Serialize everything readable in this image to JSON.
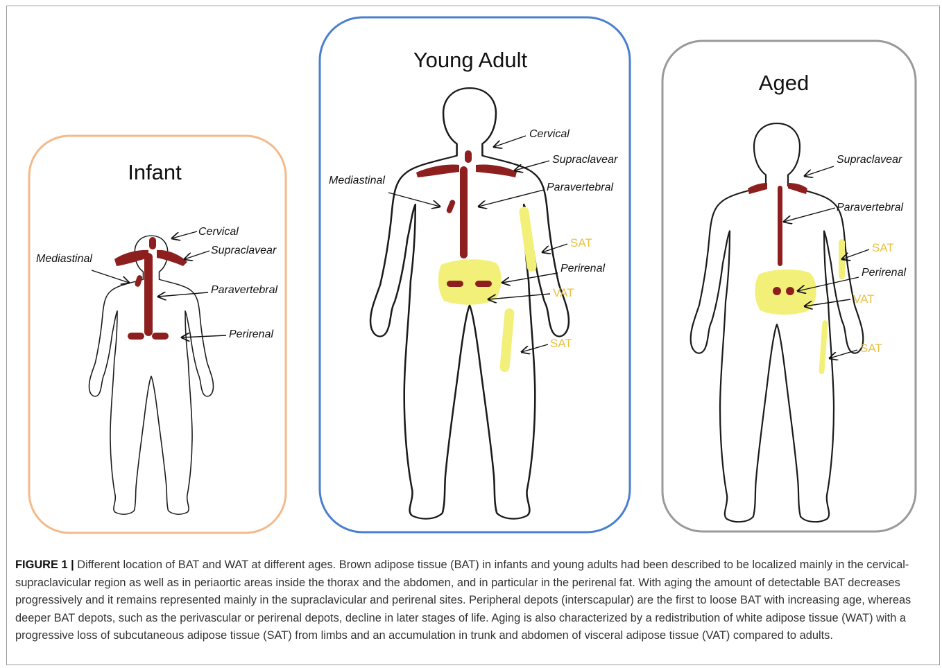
{
  "panels": [
    {
      "id": "infant",
      "title": "Infant",
      "border_color": "#f5b98a",
      "labels": {
        "cervical": "Cervical",
        "supraclavear": "Supraclavear",
        "mediastinal": "Mediastinal",
        "paravertebral": "Paravertebral",
        "perirenal": "Perirenal"
      }
    },
    {
      "id": "young-adult",
      "title": "Young Adult",
      "border_color": "#4a7fcf",
      "labels": {
        "cervical": "Cervical",
        "supraclavear": "Supraclavear",
        "mediastinal": "Mediastinal",
        "paravertebral": "Paravertebral",
        "perirenal": "Perirenal",
        "sat_arm": "SAT",
        "vat": "VAT",
        "sat_leg": "SAT"
      }
    },
    {
      "id": "aged",
      "title": "Aged",
      "border_color": "#9a9a9a",
      "labels": {
        "supraclavear": "Supraclavear",
        "paravertebral": "Paravertebral",
        "perirenal": "Perirenal",
        "sat_arm": "SAT",
        "vat": "VAT",
        "sat_leg": "SAT"
      }
    }
  ],
  "colors": {
    "bat": "#8e1f1f",
    "wat": "#f3f07a",
    "wat_label": "#e8c040"
  },
  "caption": {
    "label": "FIGURE 1 |",
    "text": "Different location of BAT and WAT at different ages. Brown adipose tissue (BAT) in infants and young adults had been described to be localized mainly in the cervical-supraclavicular region as well as in periaortic areas inside the thorax and the abdomen, and in particular in the perirenal fat. With aging the amount of detectable BAT decreases progressively and it remains represented mainly in the supraclavicular and perirenal sites. Peripheral depots (interscapular) are the first to loose BAT with increasing age, whereas deeper BAT depots, such as the perivascular or perirenal depots, decline in later stages of life. Aging is also characterized by a redistribution of white adipose tissue (WAT) with a progressive loss of subcutaneous adipose tissue (SAT) from limbs and an accumulation in trunk and abdomen of visceral adipose tissue (VAT) compared to adults."
  }
}
